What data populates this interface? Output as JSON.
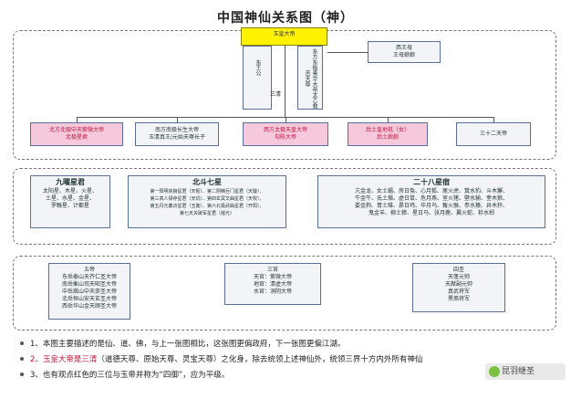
{
  "title": "中国神仙关系图（神）",
  "colors": {
    "highlight_pink": "#f5c8dc",
    "highlight_text": "#c0143c",
    "emperor_yellow": "#fff200",
    "box_border": "#5a6f94"
  },
  "top": {
    "jade_emperor": "玉皇大帝",
    "dongwanggong": "东王公",
    "dongfang_qinghua": "东方东极青华大帝太乙救苦天尊",
    "xiwangmu": [
      "西王母",
      "王母娘娘"
    ],
    "sanqing": "三清",
    "row": [
      {
        "lines": [
          "北方北极中天紫微大帝",
          "北极星君"
        ],
        "style": "pink"
      },
      {
        "lines": [
          "南方南极长生大帝",
          "玉清真王/元始天尊长子"
        ],
        "style": "plain"
      },
      {
        "lines": [
          "西方太极天皇大帝",
          "勾陈大帝"
        ],
        "style": "pink"
      },
      {
        "lines": [
          "后土皇地祇（女）",
          "后土娘娘"
        ],
        "style": "pink"
      },
      {
        "lines": [
          "三十二天帝"
        ],
        "style": "plain"
      }
    ]
  },
  "stars": {
    "nine": {
      "heading": "九曜星君",
      "lines": [
        "太阳星、木星、火星、",
        "土星、水星、金星、",
        "罗睺星、计都星"
      ]
    },
    "big_dipper": {
      "heading": "北斗七星",
      "lines": [
        "第一阳明贪狼星君（天枢）、第二阴精巨门星君（天璇）、",
        "第三真人禄存星君（天玑）、第四玄冥文曲星君（天权）、",
        "第五丹元廉贞星君（玉衡）、第六北极武曲星君（开阳）、",
        "第七天关破军星君（摇光）"
      ]
    },
    "mansions": {
      "heading": "二十八星宿",
      "lines": [
        "亢金龙、女土蝠、房日兔、心月狐、尾火虎、箕水豹、斗木獬、",
        "牛金牛、氐土貉、虚日鼠、危月燕、室火猪、壁水貐、奎木狼、",
        "娄金狗、胃土雉、昴日鸡、毕月乌、觜火猴、参水猿、井木犴、",
        "鬼金羊、柳土獐、星日马、张月鹿、翼火蛇、轸水蚓"
      ]
    }
  },
  "bottom": {
    "five_peaks": {
      "heading": "五帝",
      "lines": [
        "东岳泰山天齐仁圣大帝",
        "南岳衡山司天昭圣大帝",
        "中岳嵩山中天崇圣大帝",
        "北岳恒山安天玄圣大帝",
        "西岳华山金天顺圣大帝"
      ]
    },
    "three_officials": {
      "heading": "三官",
      "lines": [
        "天官：紫微大帝",
        "地官：清虚大帝",
        "水官：洞阴大帝"
      ]
    },
    "four_saints": {
      "heading": "四圣",
      "lines": [
        "天蓬元帅",
        "天猷副元帅",
        "真武将军",
        "黑煞将军"
      ]
    }
  },
  "notes": [
    {
      "parts": [
        {
          "t": "1、本图主要描述的是仙、道、佛，与上一张图相比，这张图更偏政府，下一张图更偏江湖。",
          "red": false
        }
      ]
    },
    {
      "parts": [
        {
          "t": "2、玉皇大帝是三清",
          "red": true
        },
        {
          "t": "（道德天尊、原始天尊、灵宝天尊）之化身，除去统领上述神仙外，统领三界十方内外所有神仙",
          "red": false
        }
      ]
    },
    {
      "parts": [
        {
          "t": "3、也有观点红色的三位与玉帝并称为“四御”，应为平级。",
          "red": false
        }
      ]
    }
  ],
  "watermark": "昆羽继圣"
}
